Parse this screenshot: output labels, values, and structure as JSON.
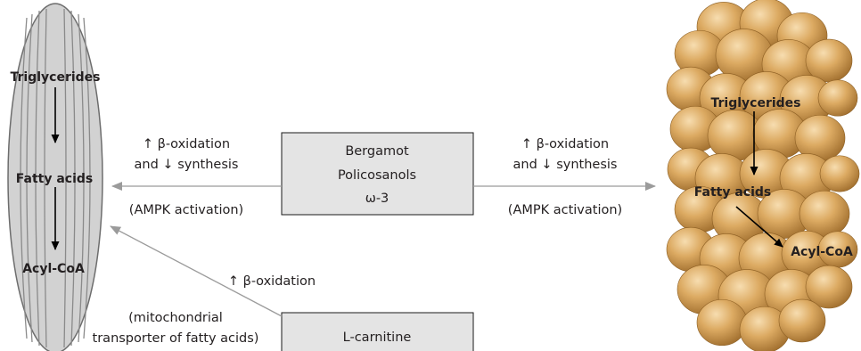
{
  "muscle_cell": {
    "triglycerides": "Triglycerides",
    "fatty_acids": "Fatty acids",
    "acyl_coa": "Acyl-CoA"
  },
  "adipose_tissue": {
    "triglycerides": "Triglycerides",
    "fatty_acids": "Fatty acids",
    "acyl_coa": "Acyl-CoA"
  },
  "center_box": {
    "line1": "Bergamot",
    "line2": "Policosanols",
    "line3": "ω-3"
  },
  "left_effect": {
    "line1": "↑ β-oxidation",
    "line2": "and ↓ synthesis",
    "mechanism": "(AMPK activation)"
  },
  "right_effect": {
    "line1": "↑ β-oxidation",
    "line2": "and ↓ synthesis",
    "mechanism": "(AMPK activation)"
  },
  "carnitine": {
    "box_label": "L-carnitine",
    "effect": "↑ β-oxidation",
    "note_line1": "(mitochondrial",
    "note_line2": "transporter of fatty acids)"
  },
  "colors": {
    "box_fill": "#e4e4e4",
    "cell_fill": "#d2d2d2",
    "arrow_gray": "#9b9b9b",
    "fat_globule": "#d9a25a"
  }
}
